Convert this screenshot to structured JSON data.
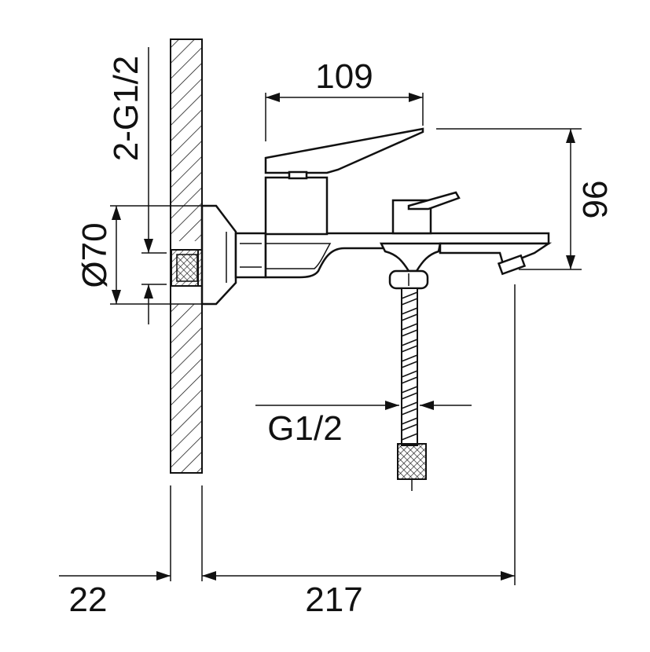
{
  "dimensions": {
    "width_top": "109",
    "height_right": "96",
    "thread_inlet": "2-G1/2",
    "flange_diameter": "Ø70",
    "hose_thread": "G1/2",
    "wall_offset": "22",
    "spout_projection": "217"
  },
  "colors": {
    "line": "#111111",
    "background": "#ffffff"
  }
}
